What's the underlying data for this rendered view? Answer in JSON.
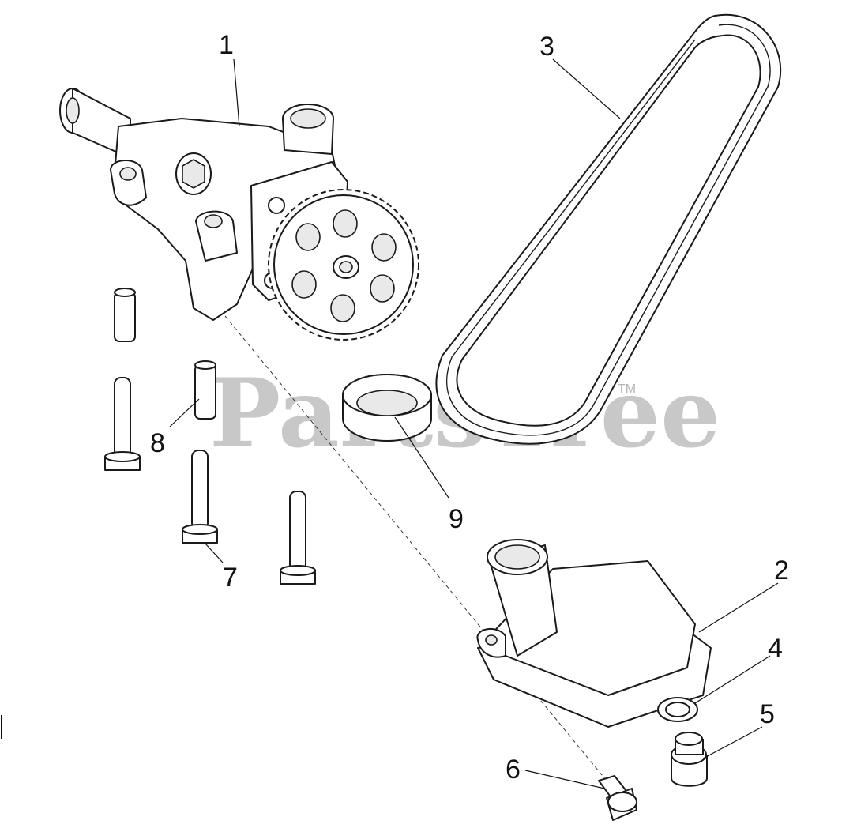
{
  "watermark": {
    "text": "PartsTree",
    "tm": "TM"
  },
  "callouts": [
    "1",
    "2",
    "3",
    "4",
    "5",
    "6",
    "7",
    "8",
    "9"
  ]
}
